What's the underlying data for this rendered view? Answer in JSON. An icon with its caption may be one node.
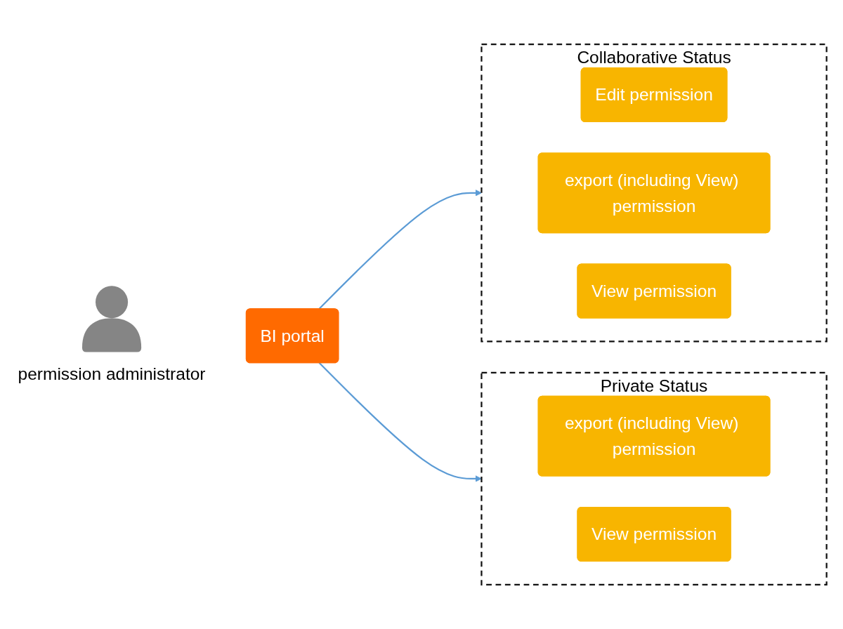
{
  "diagram": {
    "nodes": [
      {
        "text": [
          "permission administrator"
        ]
      },
      {
        "text": [
          "BI portal"
        ]
      },
      {
        "text": [
          "Collaborative Status"
        ]
      },
      {
        "text": [
          "Edit permission"
        ],
        "in": 2
      },
      {
        "text": [
          "export (including View) permission"
        ],
        "in": 2
      },
      {
        "text": [
          "View permission"
        ],
        "in": 2
      },
      {
        "text": [
          "Private Status"
        ]
      },
      {
        "text": [
          "export (including View) permission"
        ],
        "in": 6
      },
      {
        "text": [
          "View permission"
        ],
        "in": 6
      }
    ],
    "edges": [
      {
        "from": 1,
        "to": 2,
        "arrow": "to"
      },
      {
        "from": 1,
        "to": 6,
        "arrow": "to"
      }
    ]
  }
}
